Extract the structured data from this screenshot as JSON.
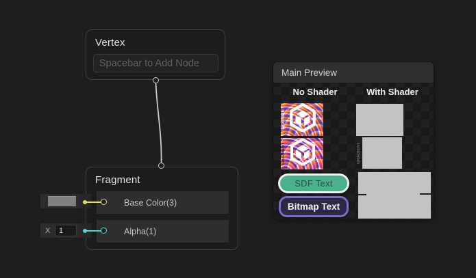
{
  "colors": {
    "background": "#1e1e1e",
    "node_background": "#1c1c1c",
    "node_border": "#414141",
    "row_background": "#2e2e2e",
    "panel_header": "#2f2f2f",
    "yellow_port": "#e0e15e",
    "teal_port": "#4ed8d4",
    "edge_wire": "#cdcdcd",
    "sdf_green": "#4bb18d",
    "bitmap_purple": "#7a6ec4",
    "shader_preview_gray": "#c3c3c3",
    "swatch_gray": "#7f7f7f"
  },
  "vertex_node": {
    "title": "Vertex",
    "placeholder": "Spacebar to Add Node"
  },
  "fragment_node": {
    "title": "Fragment",
    "inputs": [
      {
        "label": "Base Color(3)",
        "port_color": "#e0e15e"
      },
      {
        "label": "Alpha(1)",
        "port_color": "#4ed8d4"
      }
    ]
  },
  "widgets": {
    "alpha_label": "X",
    "alpha_value": "1"
  },
  "preview": {
    "title": "Main Preview",
    "columns": [
      "No Shader",
      "With Shader"
    ],
    "samples": {
      "texture_label": "TEXTURE",
      "gradient_label": "GRADIENT",
      "with_shader_gradient_label": "GRADIENT",
      "sdf_label": "SDF Text",
      "bitmap_label": "Bitmap Text"
    }
  }
}
